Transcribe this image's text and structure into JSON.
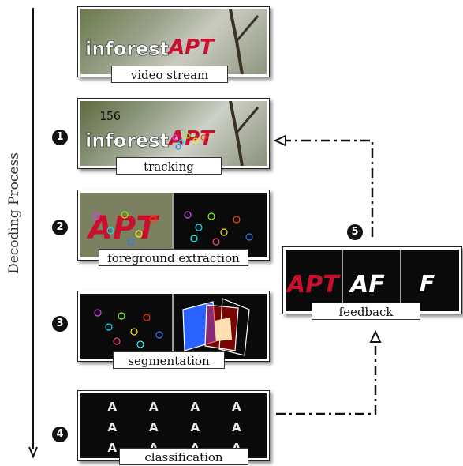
{
  "axis_label": "Decoding Process",
  "steps": {
    "video": {
      "caption": "video stream",
      "overlay_text": "inforest",
      "logo_text": "APT"
    },
    "tracking": {
      "number": "1",
      "caption": "tracking",
      "counter": "156",
      "overlay_text": "inforest",
      "logo_text": "APT"
    },
    "foreground": {
      "number": "2",
      "caption": "foreground extraction",
      "logo_text": "APT"
    },
    "segmentation": {
      "number": "3",
      "caption": "segmentation"
    },
    "classification": {
      "number": "4",
      "caption": "classification",
      "glyphs": [
        "A",
        "A",
        "A",
        "A",
        "A",
        "A",
        "A",
        "A",
        "A",
        "A",
        "A",
        "A"
      ]
    },
    "feedback": {
      "number": "5",
      "caption": "feedback",
      "logo_text": "APT",
      "glyph_1": "AF",
      "glyph_2": "F"
    }
  },
  "colors": {
    "logo_red": "#c8102e",
    "panel_border": "#222222",
    "arrow": "#111111"
  }
}
